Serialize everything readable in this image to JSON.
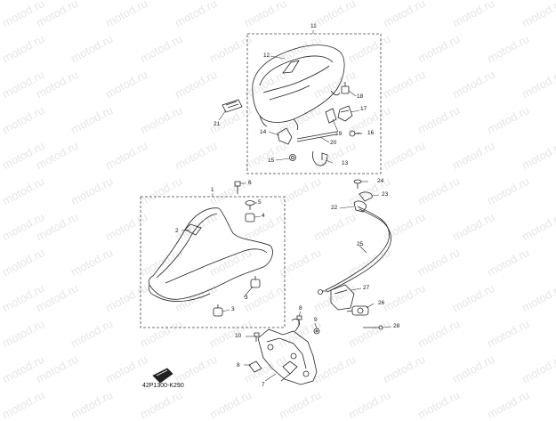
{
  "watermark_text": "motod.ru",
  "part_code": "42P1300-K290",
  "callouts": {
    "c1": "1",
    "c2": "2",
    "c3a": "3",
    "c3b": "3",
    "c4": "4",
    "c5": "5",
    "c6": "6",
    "c7": "7",
    "c8a": "8",
    "c8b": "8",
    "c9": "9",
    "c10": "10",
    "c11": "11",
    "c12": "12",
    "c13": "13",
    "c14": "14",
    "c15": "15",
    "c16": "16",
    "c17": "17",
    "c18": "18",
    "c19": "19",
    "c20": "20",
    "c21": "21",
    "c22": "22",
    "c23": "23",
    "c24": "24",
    "c25": "25",
    "c26": "26",
    "c27": "27",
    "c28": "28"
  }
}
